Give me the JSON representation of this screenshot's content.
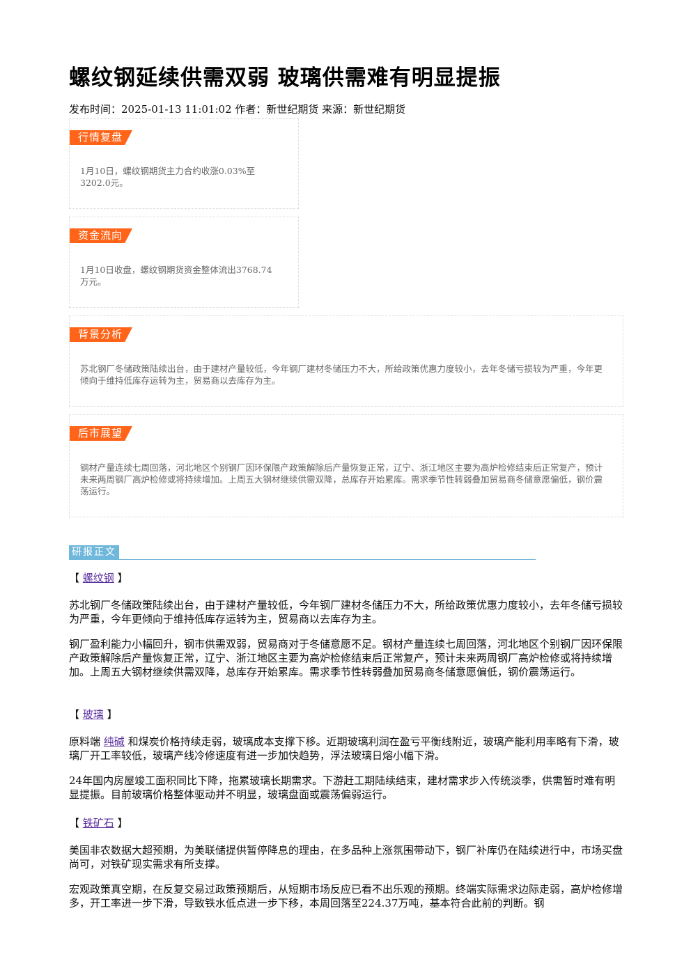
{
  "article": {
    "title": "螺纹钢延续供需双弱 玻璃供需难有明显提振",
    "meta_line": "发布时间：2025-01-13 11:01:02 作者：新世纪期货 来源：新世纪期货"
  },
  "cards": [
    {
      "tag": "行情复盘",
      "body": "1月10日，螺纹钢期货主力合约收涨0.03%至3202.0元。"
    },
    {
      "tag": "资金流向",
      "body": "1月10日收盘，螺纹钢期货资金整体流出3768.74万元。"
    },
    {
      "tag": "背景分析",
      "body": "苏北钢厂冬储政策陆续出台，由于建材产量较低，今年钢厂建材冬储压力不大，所给政策优惠力度较小，去年冬储亏损较为严重，今年更倾向于维持低库存运转为主，贸易商以去库存为主。"
    },
    {
      "tag": "后市展望",
      "body": "钢材产量连续七周回落，河北地区个别钢厂因环保限产政策解除后产量恢复正常，辽宁、浙江地区主要为高炉检修结束后正常复产，预计未来两周钢厂高炉检修或将持续增加。上周五大钢材继续供需双降，总库存开始累库。需求季节性转弱叠加贸易商冬储意愿偏低，钢价震荡运行。"
    }
  ],
  "report": {
    "tag": "研报正文",
    "sections": [
      {
        "bracket_open": "【",
        "name": "螺纹钢",
        "bracket_close": "】",
        "paragraphs": [
          "苏北钢厂冬储政策陆续出台，由于建材产量较低，今年钢厂建材冬储压力不大，所给政策优惠力度较小，去年冬储亏损较为严重，今年更倾向于维持低库存运转为主，贸易商以去库存为主。",
          "钢厂盈利能力小幅回升，钢市供需双弱，贸易商对于冬储意愿不足。钢材产量连续七周回落，河北地区个别钢厂因环保限产政策解除后产量恢复正常，辽宁、浙江地区主要为高炉检修结束后正常复产，预计未来两周钢厂高炉检修或将持续增加。上周五大钢材继续供需双降，总库存开始累库。需求季节性转弱叠加贸易商冬储意愿偏低，钢价震荡运行。"
        ]
      },
      {
        "bracket_open": "【",
        "name": "玻璃",
        "bracket_close": "】",
        "p1_prefix": "原料端",
        "p1_link": "纯碱",
        "p1_suffix": "和煤炭价格持续走弱，玻璃成本支撑下移。近期玻璃利润在盈亏平衡线附近，玻璃产能利用率略有下滑，玻璃厂开工率较低，玻璃产线冷修速度有进一步加快趋势，浮法玻璃日熔小幅下滑。",
        "p2": "24年国内房屋竣工面积同比下降，拖累玻璃长期需求。下游赶工期陆续结束，建材需求步入传统淡季，供需暂时难有明显提振。目前玻璃价格整体驱动并不明显，玻璃盘面或震荡偏弱运行。"
      },
      {
        "bracket_open": "【",
        "name": "铁矿石",
        "bracket_close": "】",
        "paragraphs": [
          "美国非农数据大超预期，为美联储提供暂停降息的理由，在多品种上涨氛围带动下，钢厂补库仍在陆续进行中，市场买盘尚可，对铁矿现实需求有所支撑。",
          "宏观政策真空期，在反复交易过政策预期后，从短期市场反应已看不出乐观的预期。终端实际需求边际走弱，高炉检修增多，开工率进一步下滑，导致铁水低点进一步下移，本周回落至224.37万吨，基本符合此前的判断。钢"
        ]
      }
    ]
  }
}
